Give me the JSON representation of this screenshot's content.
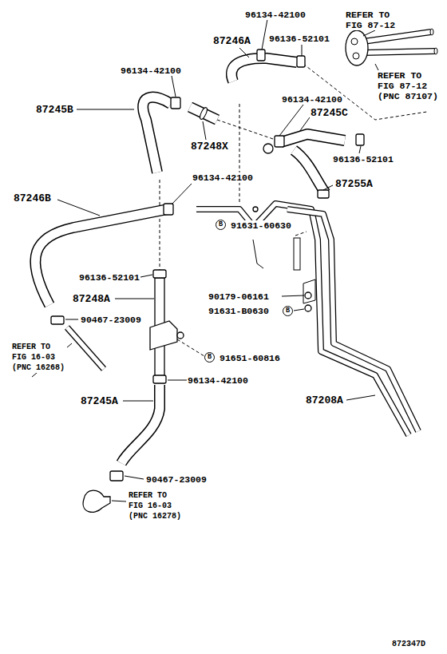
{
  "diagram": {
    "labels": [
      "96134-42100",
      "REFER TO FIG 87-12",
      "87246A",
      "96136-52101",
      "96134-42100",
      "REFER TO FIG 87-12 (PNC 87107)",
      "87245B",
      "96134-42100",
      "87245C",
      "87248X",
      "96136-52101",
      "87255A",
      "96134-42100",
      "87246B",
      "B",
      "91631-60630",
      "96136-52101",
      "87248A",
      "90179-06161",
      "91631-B0630",
      "B",
      "90467-23009",
      "REFER TO FIG 16-03 (PNC 16268)",
      "B",
      "91651-60816",
      "96134-42100",
      "87208A",
      "87245A",
      "90467-23009",
      "REFER TO FIG 16-03 (PNC 16278)",
      "872347D"
    ]
  }
}
